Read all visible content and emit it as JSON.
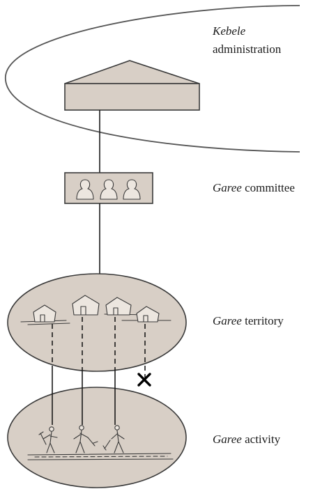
{
  "labels": {
    "kebele_italic": "Kebele",
    "kebele_rest": "administration",
    "committee_italic": "Garee",
    "committee_rest": " committee",
    "territory_italic": "Garee",
    "territory_rest": " territory",
    "activity_italic": "Garee",
    "activity_rest": " activity"
  },
  "icons": {
    "administration": "house-pentagon-icon",
    "committee_members": "person-silhouette-icon",
    "houses": "hut-icon",
    "workers": "farmer-with-hoe-icon",
    "broken_link": "cross-mark-icon"
  },
  "colors": {
    "shape_fill": "#d8cfc6",
    "outline": "#3a3a3a",
    "kebele_arc": "#555555"
  }
}
